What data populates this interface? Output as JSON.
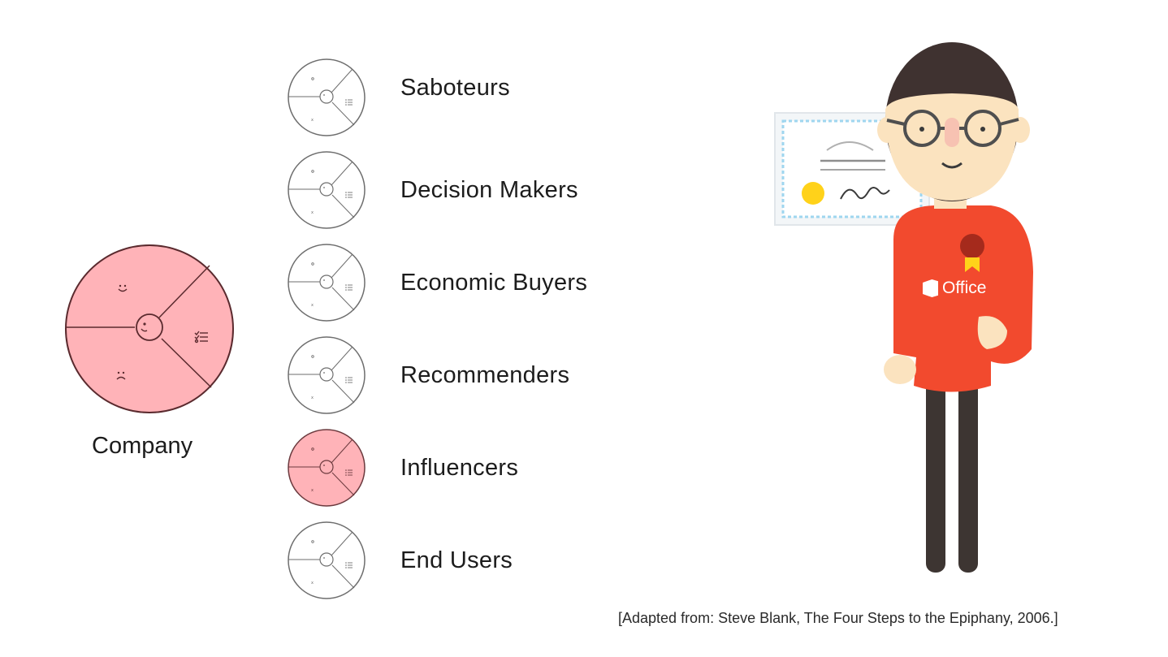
{
  "company": {
    "label": "Company",
    "fill": "#ffb3b8",
    "stroke": "#5a2a2e"
  },
  "roles": [
    {
      "label": "Saboteurs",
      "highlighted": false
    },
    {
      "label": "Decision Makers",
      "highlighted": false
    },
    {
      "label": "Economic Buyers",
      "highlighted": false
    },
    {
      "label": "Recommenders",
      "highlighted": false
    },
    {
      "label": "Influencers",
      "highlighted": true
    },
    {
      "label": "End Users",
      "highlighted": false
    }
  ],
  "citation": "[Adapted from: Steve Blank, The Four Steps to the Epiphany, 2006.]",
  "character": {
    "shirt_brand": "Office",
    "shirt_color": "#f24a2e",
    "icon": "office-logo-icon"
  },
  "colors": {
    "highlight": "#ffb3b8",
    "neutral_fill": "#ffffff",
    "text": "#1c1c1c"
  }
}
